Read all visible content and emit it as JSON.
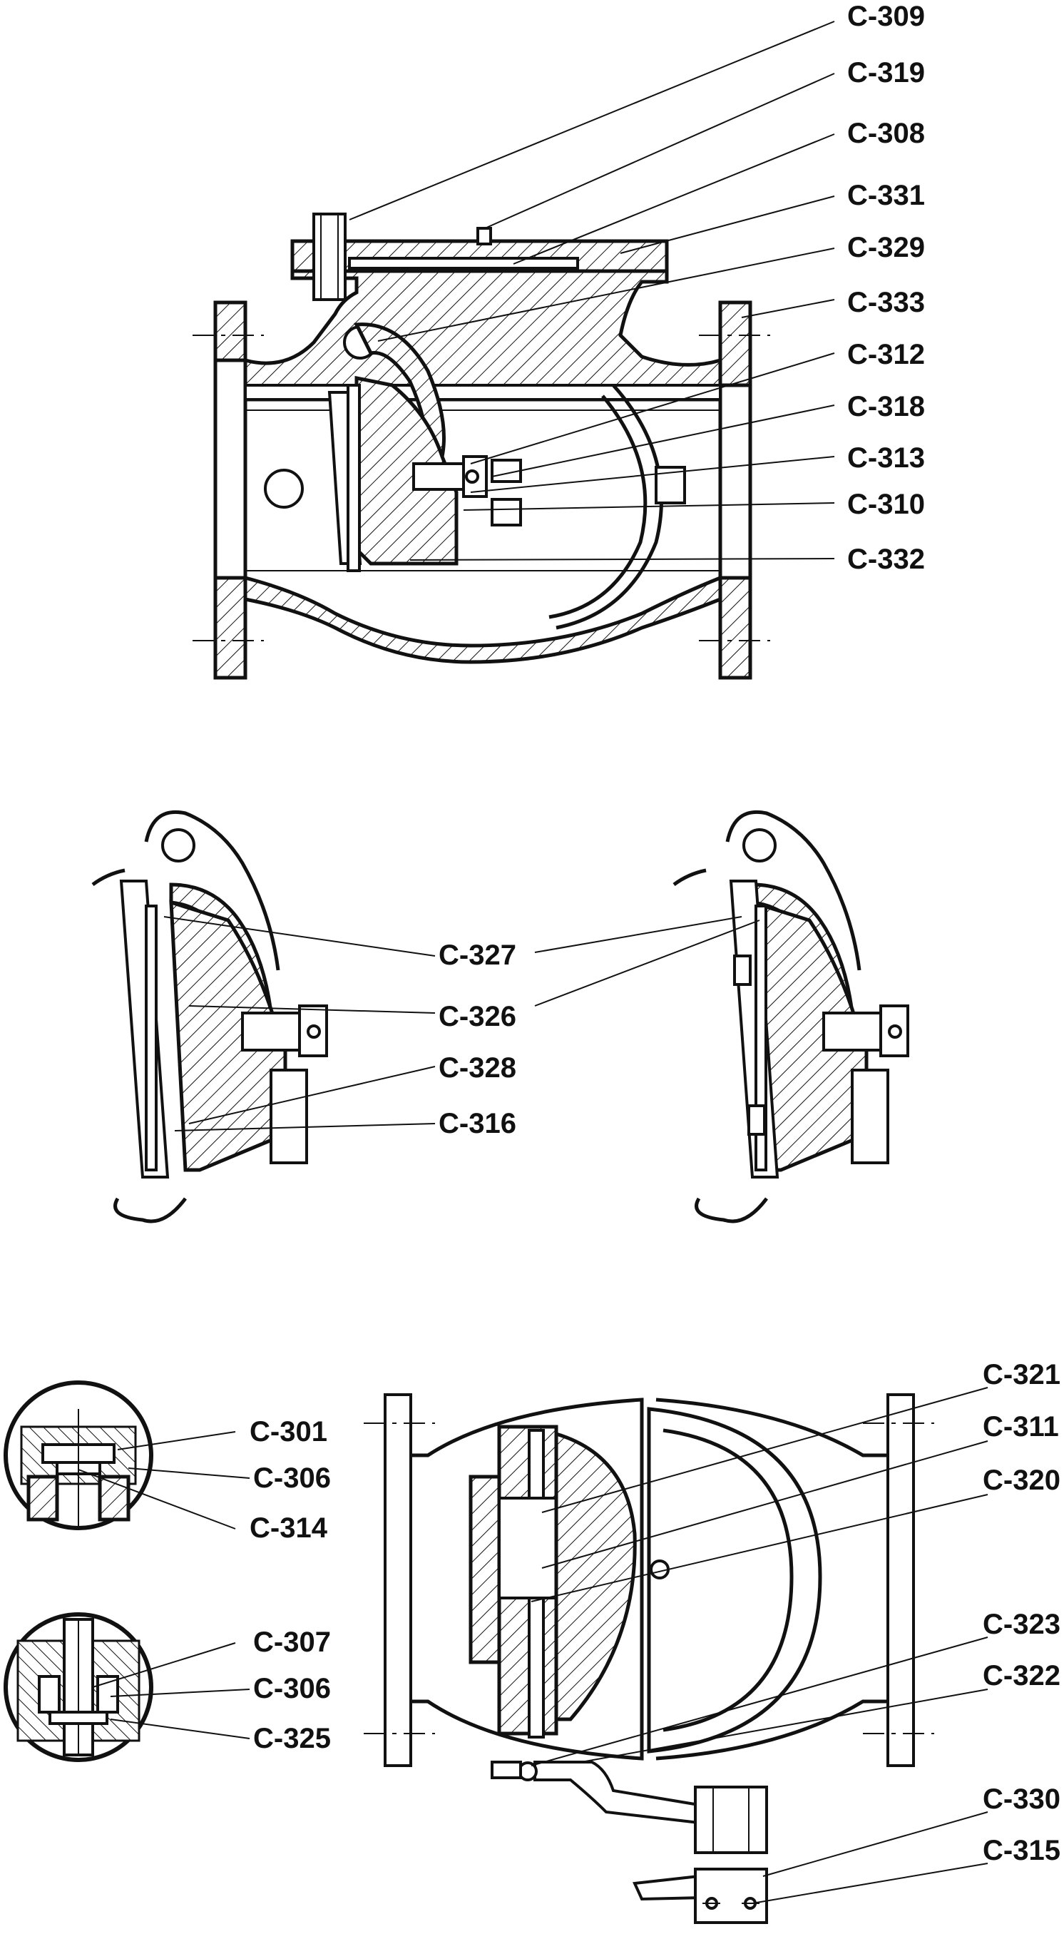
{
  "labels": {
    "c309": "C-309",
    "c319": "C-319",
    "c308": "C-308",
    "c331": "C-331",
    "c329": "C-329",
    "c333": "C-333",
    "c312": "C-312",
    "c318": "C-318",
    "c313": "C-313",
    "c310": "C-310",
    "c332": "C-332",
    "c327": "C-327",
    "c326": "C-326",
    "c328": "C-328",
    "c316": "C-316",
    "c321": "C-321",
    "c311": "C-311",
    "c320": "C-320",
    "c323": "C-323",
    "c322": "C-322",
    "c330": "C-330",
    "c315": "C-315",
    "c301": "C-301",
    "c306a": "C-306",
    "c314": "C-314",
    "c307": "C-307",
    "c306b": "C-306",
    "c325": "C-325"
  },
  "colors": {
    "ink": "#111111",
    "paper": "#ffffff"
  }
}
